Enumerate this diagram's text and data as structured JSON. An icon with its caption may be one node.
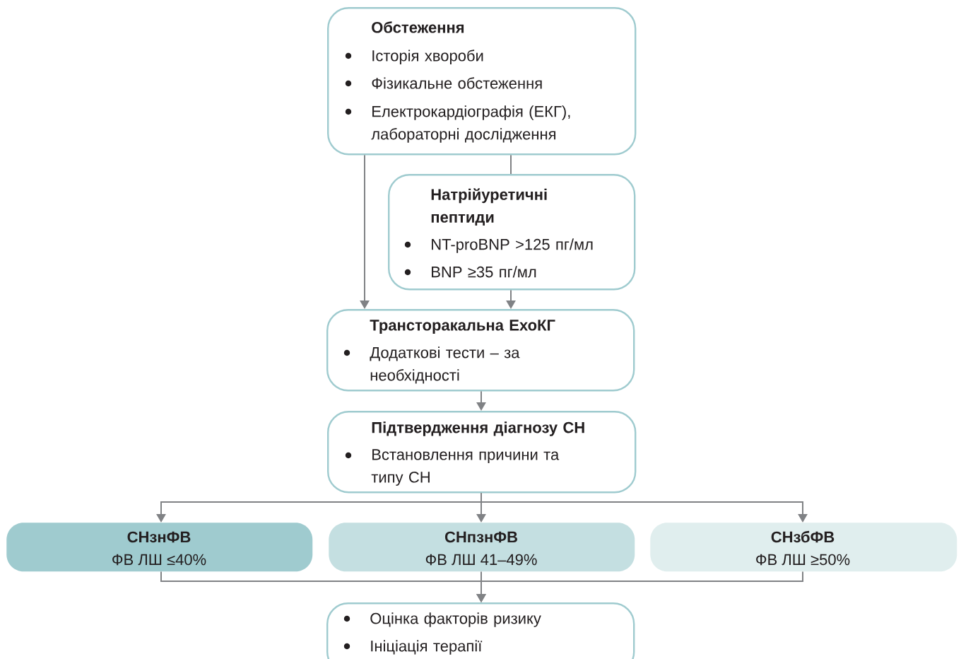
{
  "diagram": {
    "nodes": [
      {
        "text": [
          "Обстеження",
          "Історія хвороби",
          "Фізикальне обстеження",
          "Електрокардіографія (ЕКГ), лабораторні дослідження"
        ]
      },
      {
        "text": [
          "Натрійуретичні пептиди",
          "NT-proBNP >125 пг/мл",
          "BNP ≥35 пг/мл"
        ]
      },
      {
        "text": [
          "Трансторакальна ЕхоКГ",
          "Додаткові тести – за необхідності"
        ]
      },
      {
        "text": [
          "Підтвердження діагнозу СН",
          "Встановлення причини та типу СН"
        ]
      },
      {
        "text": [
          "СНзнФВ",
          "ФВ ЛШ ≤40%"
        ]
      },
      {
        "text": [
          "СНпзнФВ",
          "ФВ ЛШ 41–49%"
        ]
      },
      {
        "text": [
          "СНзбФВ",
          "ФВ ЛШ ≥50%"
        ]
      },
      {
        "text": [
          "Оцінка факторів ризику",
          "Ініціація терапії"
        ]
      }
    ],
    "edges": [
      {
        "from": 0,
        "to": 1,
        "arrow": "none"
      },
      {
        "from": 0,
        "to": 2,
        "arrow": "to"
      },
      {
        "from": 1,
        "to": 2,
        "arrow": "to"
      },
      {
        "from": 2,
        "to": 3,
        "arrow": "to"
      },
      {
        "from": 3,
        "to": 4,
        "arrow": "to"
      },
      {
        "from": 3,
        "to": 5,
        "arrow": "to"
      },
      {
        "from": 3,
        "to": 6,
        "arrow": "to"
      },
      {
        "from": 4,
        "to": 7,
        "arrow": "to"
      },
      {
        "from": 5,
        "to": 7,
        "arrow": "to"
      },
      {
        "from": 6,
        "to": 7,
        "arrow": "to"
      }
    ]
  }
}
